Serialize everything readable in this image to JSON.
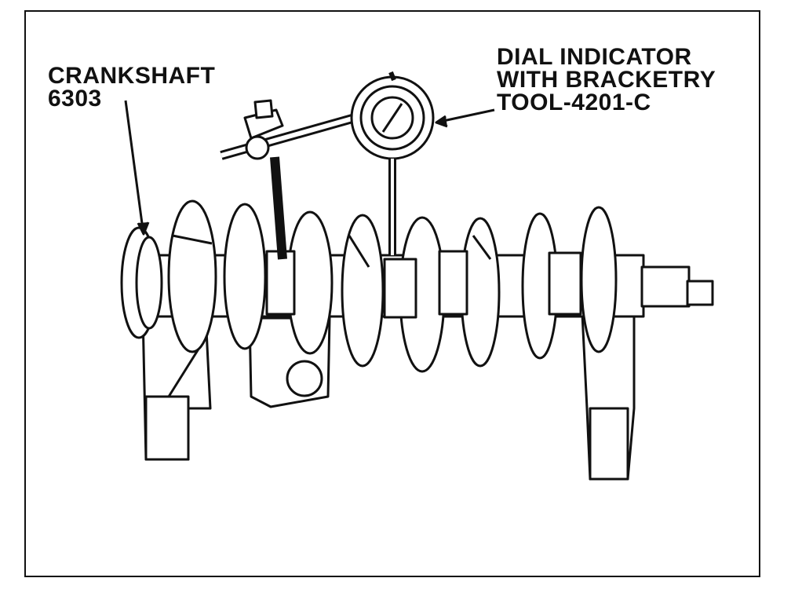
{
  "callouts": {
    "crankshaft": {
      "line1": "CRANKSHAFT",
      "line2": "6303"
    },
    "dial_indicator": {
      "line1": "DIAL INDICATOR",
      "line2": "WITH BRACKETRY",
      "line3": "TOOL-4201-C"
    }
  }
}
